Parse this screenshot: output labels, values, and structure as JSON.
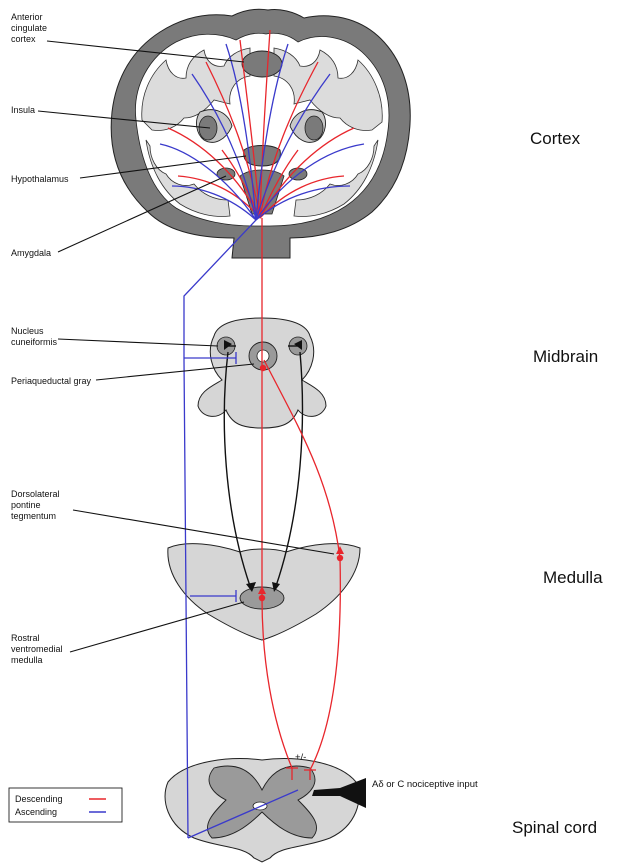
{
  "labels": {
    "anterior_cingulate": [
      "Anterior",
      "cingulate",
      "cortex"
    ],
    "insula": "Insula",
    "hypothalamus": "Hypothalamus",
    "amygdala": "Amygdala",
    "nucleus_cuneiformis": [
      "Nucleus",
      "cuneiformis"
    ],
    "periaqueductal_gray": "Periaqueductal gray",
    "dlpt": [
      "Dorsolateral",
      "pontine",
      "tegmentum"
    ],
    "rvm": [
      "Rostral",
      "ventromedial",
      "medulla"
    ]
  },
  "regions": {
    "cortex": "Cortex",
    "midbrain": "Midbrain",
    "medulla": "Medulla",
    "spinal_cord": "Spinal cord"
  },
  "annotations": {
    "modulation": "+/-",
    "input": "Aδ or C nociceptive input"
  },
  "legend": {
    "descending": "Descending",
    "ascending": "Ascending"
  },
  "colors": {
    "descending": "#e8262c",
    "ascending": "#3a3acb",
    "gray_matter": "#7a7a7a",
    "tissue": "#d6d6d6"
  }
}
